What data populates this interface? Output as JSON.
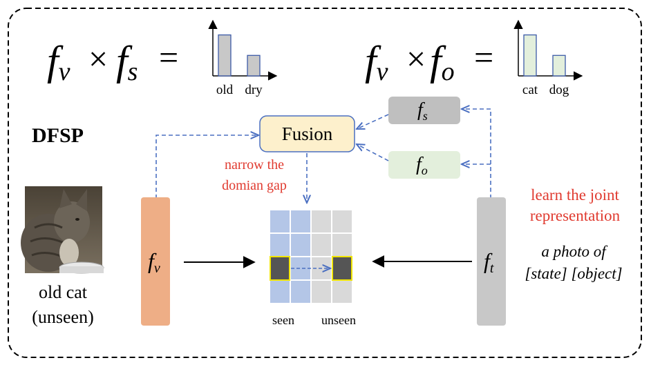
{
  "colors": {
    "accent_red": "#e03a2f",
    "dashed_blue": "#4a6fc1",
    "fv_bar": "#eeae86",
    "ft_bar": "#c8c8c8",
    "fs_box": "#bfbfbf",
    "fo_box": "#e3efdc",
    "fusion_fill": "#fdf0cc",
    "fusion_stroke": "#4a6fc1",
    "seen_cell": "#b4c6e7",
    "unseen_cell": "#d9d9d9",
    "highlight": "#f2e600",
    "dark_cell": "#555555"
  },
  "equation_left": {
    "f": "f",
    "sub_v": "v",
    "times": "×",
    "f2": "f",
    "sub_s": "s",
    "equals": "="
  },
  "equation_right": {
    "f": "f",
    "sub_v": "v",
    "times": "×",
    "f2": "f",
    "sub_o": "o",
    "equals": "="
  },
  "chart_data": [
    {
      "type": "bar",
      "categories": [
        "old",
        "dry"
      ],
      "values": [
        1.0,
        0.5
      ],
      "title": "",
      "xlabel": "",
      "ylabel": "",
      "ylim": [
        0,
        1.2
      ],
      "bar_fill": "#c8c8c8",
      "bar_stroke": "#3c5aa8"
    },
    {
      "type": "bar",
      "categories": [
        "cat",
        "dog"
      ],
      "values": [
        1.0,
        0.5
      ],
      "title": "",
      "xlabel": "",
      "ylabel": "",
      "ylim": [
        0,
        1.2
      ],
      "bar_fill": "#e3efdc",
      "bar_stroke": "#3c5aa8"
    }
  ],
  "method_label": "DFSP",
  "fusion_label": "Fusion",
  "fs_box": {
    "f": "f",
    "sub": "s"
  },
  "fo_box": {
    "f": "f",
    "sub": "o"
  },
  "fv_bar": {
    "f": "f",
    "sub": "v"
  },
  "ft_bar": {
    "f": "f",
    "sub": "t"
  },
  "narrow_line1": "narrow the",
  "narrow_line2": "domian gap",
  "learn_line1": "learn the joint",
  "learn_line2": "representation",
  "prompt_line1": "a photo of",
  "prompt_line2": "[state] [object]",
  "image_caption_line1": "old cat",
  "image_caption_line2": "(unseen)",
  "grid_labels": {
    "seen": "seen",
    "unseen": "unseen"
  }
}
